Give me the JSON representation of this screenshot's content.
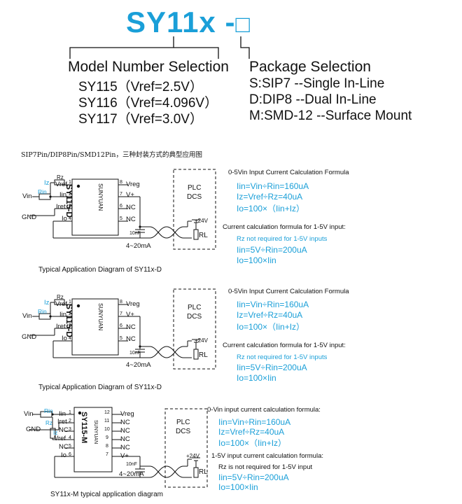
{
  "header": {
    "title_text": "SY11x -",
    "title_box": "□",
    "model_heading": "Model Number Selection",
    "models": [
      "SY115（Vref=2.5V）",
      "SY116（Vref=4.096V）",
      "SY117（Vref=3.0V）"
    ],
    "package_heading": "Package Selection",
    "packages": [
      "S:SIP7 --Single In-Line",
      "D:DIP8 --Dual In-Line",
      "M:SMD-12 --Surface Mount"
    ]
  },
  "subtitle": "SIP7Pin/DIP8Pin/SMD12Pin，三种封装方式的典型应用图",
  "accent_color": "#1a9fd8",
  "sections": [
    {
      "caption": "Typical Application Diagram of SY11x-D",
      "chip_label": "SY115-D",
      "chip_maker": "SUNYUAN",
      "left_pins": [
        {
          "num": "1",
          "name": "Vref"
        },
        {
          "num": "2",
          "name": "Iin"
        },
        {
          "num": "3",
          "name": "Iret"
        },
        {
          "num": "4",
          "name": "Io"
        }
      ],
      "right_pins": [
        {
          "num": "8",
          "name": "Vreg"
        },
        {
          "num": "7",
          "name": "V+"
        },
        {
          "num": "6",
          "name": "NC"
        },
        {
          "num": "5",
          "name": "NC"
        }
      ],
      "rz": "Rz",
      "iz": "Iz",
      "rin": "Rin",
      "vin": "Vin",
      "iin": "Iin",
      "gnd": "GND",
      "cap": "10nF",
      "current": "4~20mA",
      "plc": "PLC",
      "dcs": "DCS",
      "v24": "+24V",
      "rl": "RL",
      "formula1_heading": "0-5Vin Input Current Calculation Formula",
      "formula1": [
        "Iin=Vin÷Rin=160uA",
        "Iz=Vref÷Rz=40uA",
        "Io=100×（Iin+Iz）"
      ],
      "formula2_heading": "Current calculation formula for 1-5V input:",
      "formula2_note": "Rz not required for 1-5V inputs",
      "formula2": [
        "Iin=5V÷Rin=200uA",
        "Io=100×Iin"
      ]
    },
    {
      "caption": "Typical Application Diagram of SY11x-D",
      "chip_label": "SY115-D",
      "chip_maker": "SUNYUAN",
      "left_pins": [
        {
          "num": "1",
          "name": "Vref"
        },
        {
          "num": "2",
          "name": "Iin"
        },
        {
          "num": "3",
          "name": "Iret"
        },
        {
          "num": "4",
          "name": "Io"
        }
      ],
      "right_pins": [
        {
          "num": "8",
          "name": "Vreg"
        },
        {
          "num": "7",
          "name": "V+"
        },
        {
          "num": "6",
          "name": "NC"
        },
        {
          "num": "5",
          "name": "NC"
        }
      ],
      "rz": "Rz",
      "iz": "Iz",
      "rin": "Rin",
      "vin": "Vin",
      "iin": "Iin",
      "gnd": "GND",
      "cap": "10nF",
      "current": "4~20mA",
      "plc": "PLC",
      "dcs": "DCS",
      "v24": "+24V",
      "rl": "RL",
      "formula1_heading": "0-5Vin Input Current Calculation Formula",
      "formula1": [
        "Iin=Vin÷Rin=160uA",
        "Iz=Vref÷Rz=40uA",
        "Io=100×（Iin+Iz）"
      ],
      "formula2_heading": "Current calculation formula for 1-5V input:",
      "formula2_note": "Rz not required for 1-5V inputs",
      "formula2": [
        "Iin=5V÷Rin=200uA",
        "Io=100×Iin"
      ]
    },
    {
      "caption": "SY11x-M typical application diagram",
      "chip_label": "SY115-M",
      "chip_maker": "SUNYUAN",
      "left_pins": [
        {
          "num": "1",
          "name": "Iin"
        },
        {
          "num": "2",
          "name": "Iret"
        },
        {
          "num": "3",
          "name": "NC"
        },
        {
          "num": "4",
          "name": "Vref"
        },
        {
          "num": "5",
          "name": "NC"
        },
        {
          "num": "6",
          "name": "Io"
        }
      ],
      "right_pins": [
        {
          "num": "12",
          "name": "Vreg"
        },
        {
          "num": "11",
          "name": "NC"
        },
        {
          "num": "10",
          "name": "NC"
        },
        {
          "num": "9",
          "name": "NC"
        },
        {
          "num": "8",
          "name": "NC"
        },
        {
          "num": "7",
          "name": "V+"
        }
      ],
      "rz": "Rz",
      "iz": "Iz",
      "rin": "Rin",
      "vin": "Vin",
      "iin": "Iin",
      "gnd": "GND",
      "cap": "10nF",
      "current": "4~20mA",
      "plc": "PLC",
      "dcs": "DCS",
      "v24": "+24V",
      "rl": "RL",
      "formula1_heading": "0-Vin input current calculation formula:",
      "formula1": [
        "Iin=Vin÷Rin=160uA",
        "Iz=Vref÷Rz=40uA",
        "Io=100×（Iin+Iz）"
      ],
      "formula2_heading": "1-5V input current calculation formula:",
      "formula2_note": "Rz is not required for 1-5V input",
      "formula2": [
        "Iin=5V÷Rin=200uA",
        "Io=100×Iin"
      ]
    }
  ]
}
